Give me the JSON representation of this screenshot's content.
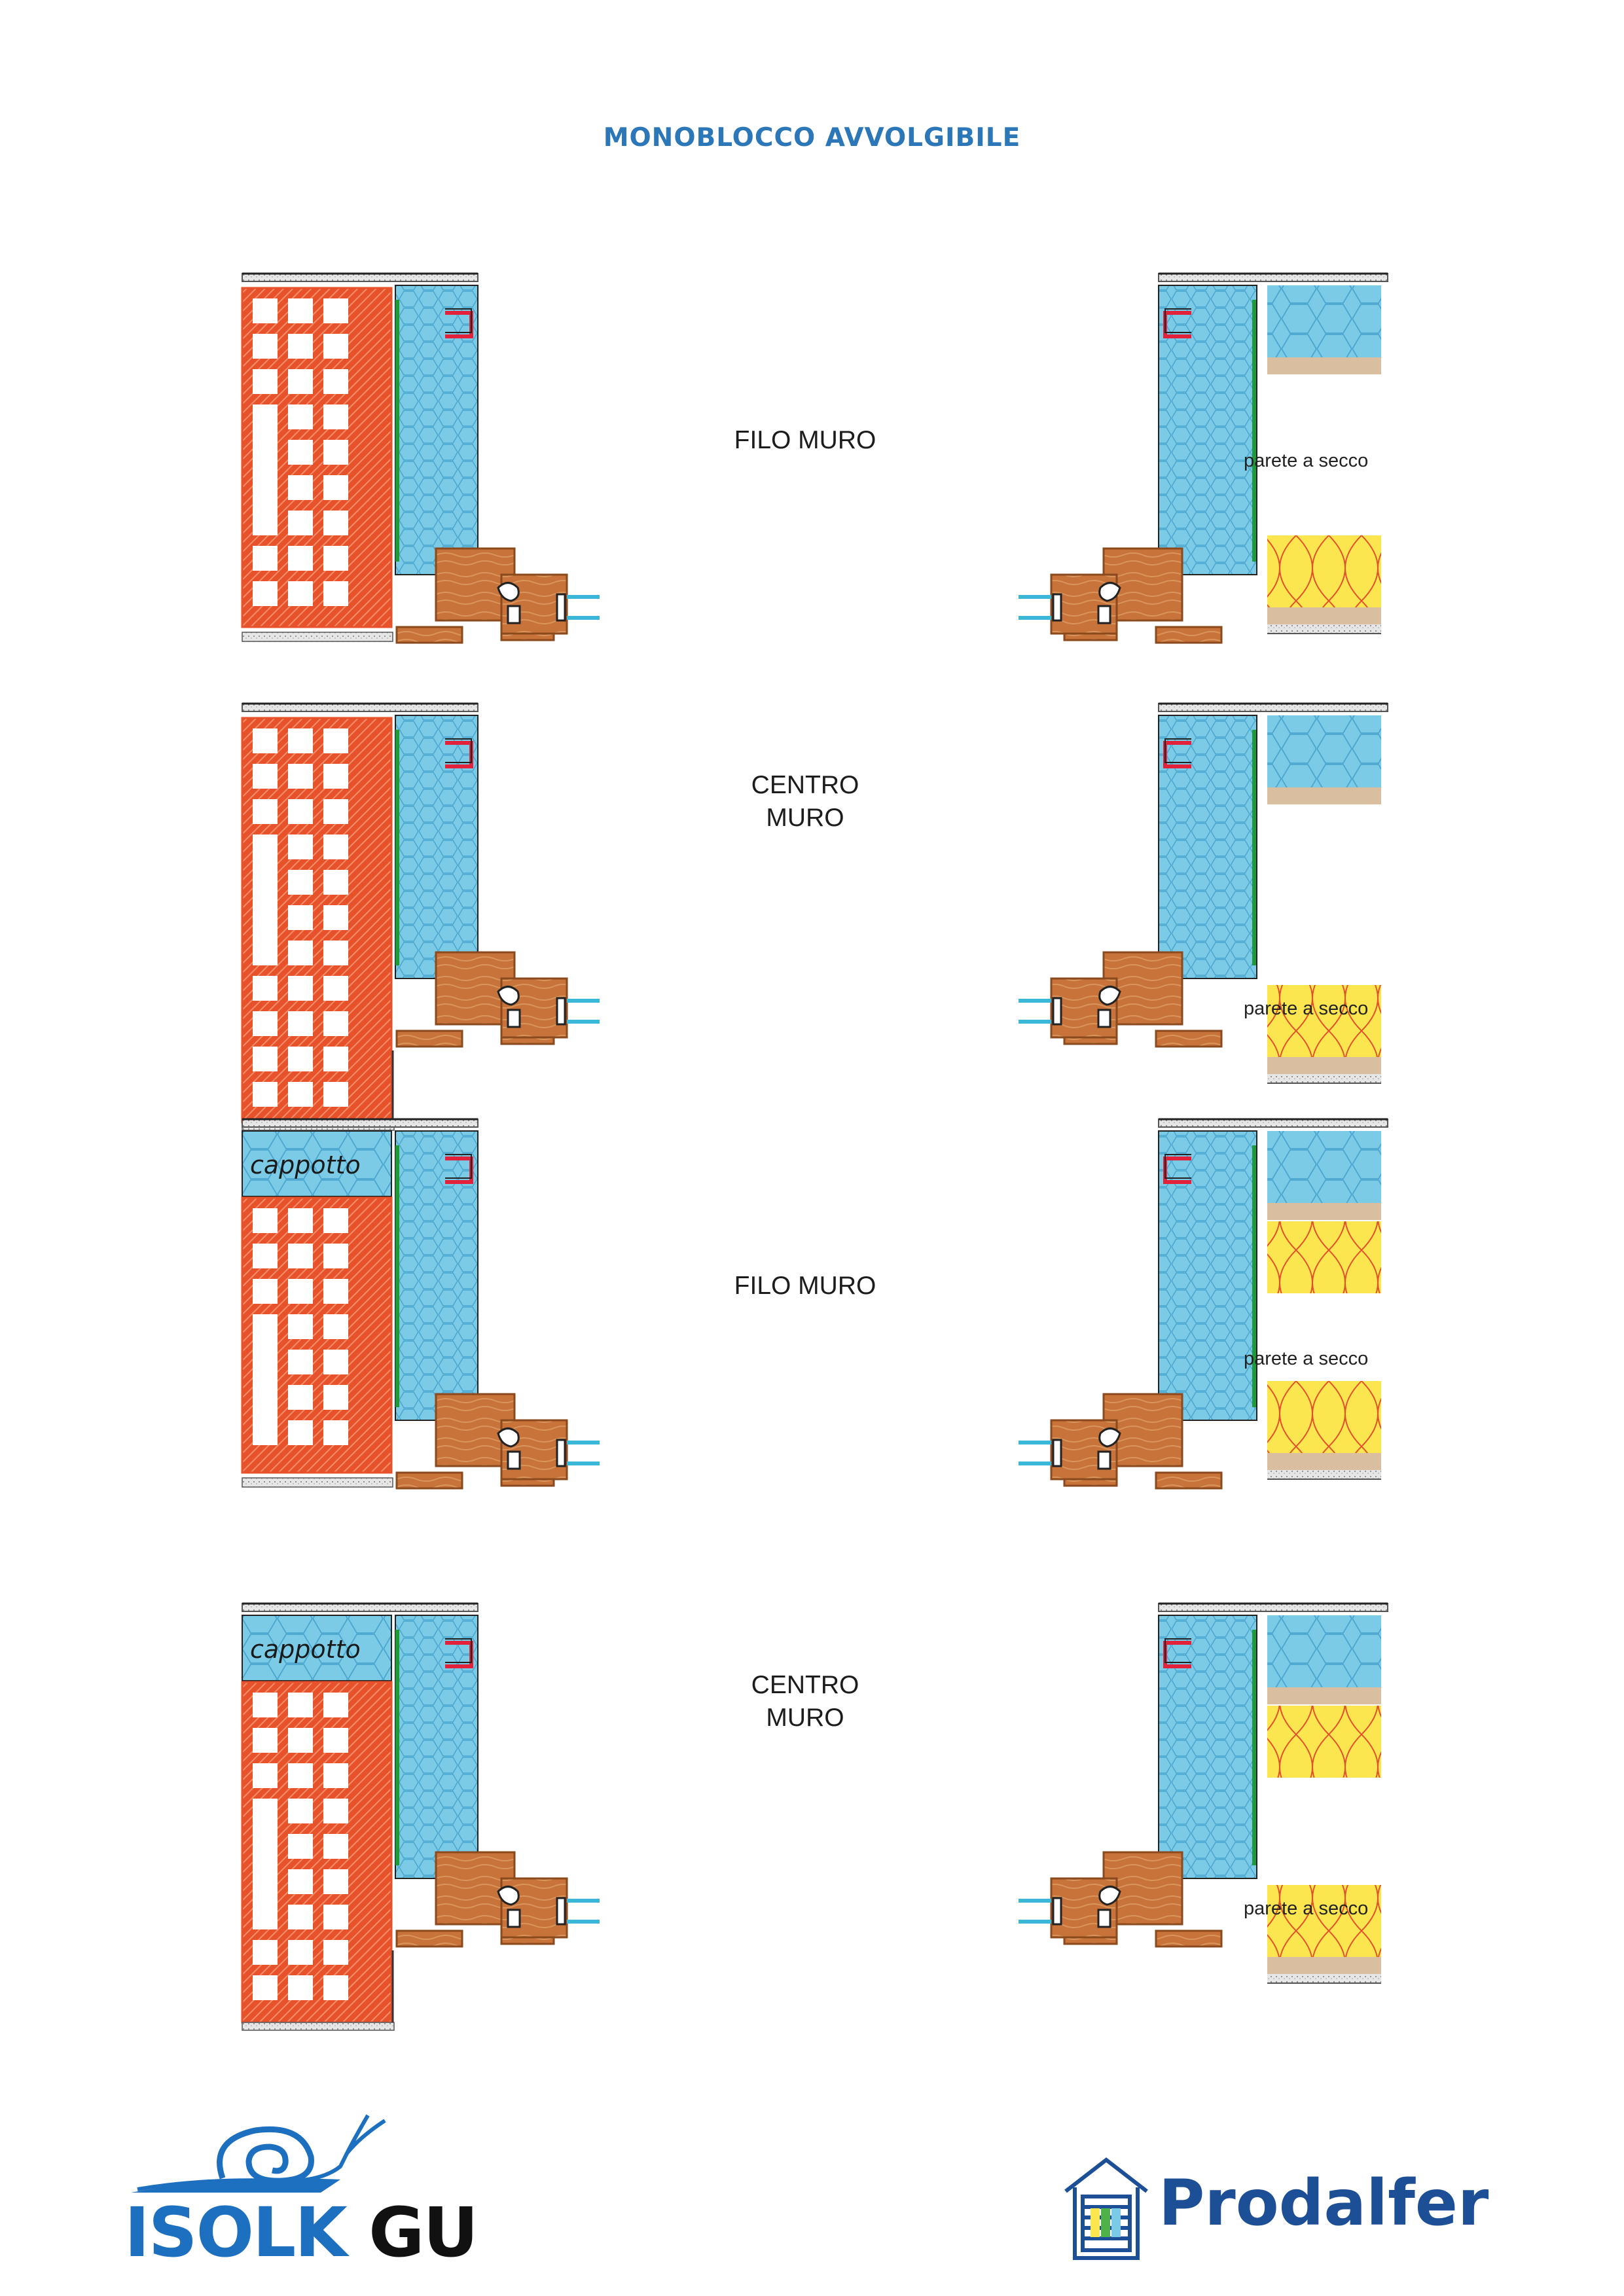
{
  "title": "MONOBLOCCO AVVOLGIBILE",
  "colors": {
    "title": "#2b77b8",
    "brick": "#e8522a",
    "brick_hole": "#ffffff",
    "insulation_blue": "#7ccbe6",
    "hex_line": "#4aa6cf",
    "wood": "#c8733a",
    "wood_dark": "#8a4a1e",
    "wool": "#fbe64f",
    "wool_line": "#e2502c",
    "board": "#d9bfa0",
    "membrane": "#1f9a3a",
    "rail_red": "#e2213b",
    "glass": "#3bb8d8",
    "concrete": "#cfcfcf",
    "logo_blue": "#1d4f96",
    "logo_isolk_blue": "#1d6fbf"
  },
  "sections": [
    {
      "label_lines": [
        "FILO MURO"
      ],
      "cappotto": false,
      "centro": false,
      "dry_wall": "parete a secco"
    },
    {
      "label_lines": [
        "CENTRO",
        "MURO"
      ],
      "cappotto": false,
      "centro": true,
      "dry_wall": "parete a secco"
    },
    {
      "label_lines": [
        "FILO MURO"
      ],
      "cappotto": true,
      "centro": false,
      "dry_wall": "parete a secco"
    },
    {
      "label_lines": [
        "CENTRO",
        "MURO"
      ],
      "cappotto": true,
      "centro": true,
      "dry_wall": "parete a secco"
    }
  ],
  "cappotto_label": "cappotto",
  "icons": {
    "snail": "snail-logo-icon",
    "house": "house-logo-icon"
  },
  "logos": {
    "left": {
      "part1": "ISOL",
      "part2": "K",
      "part3": " GU"
    },
    "right": {
      "text": "Prodalfer"
    }
  }
}
